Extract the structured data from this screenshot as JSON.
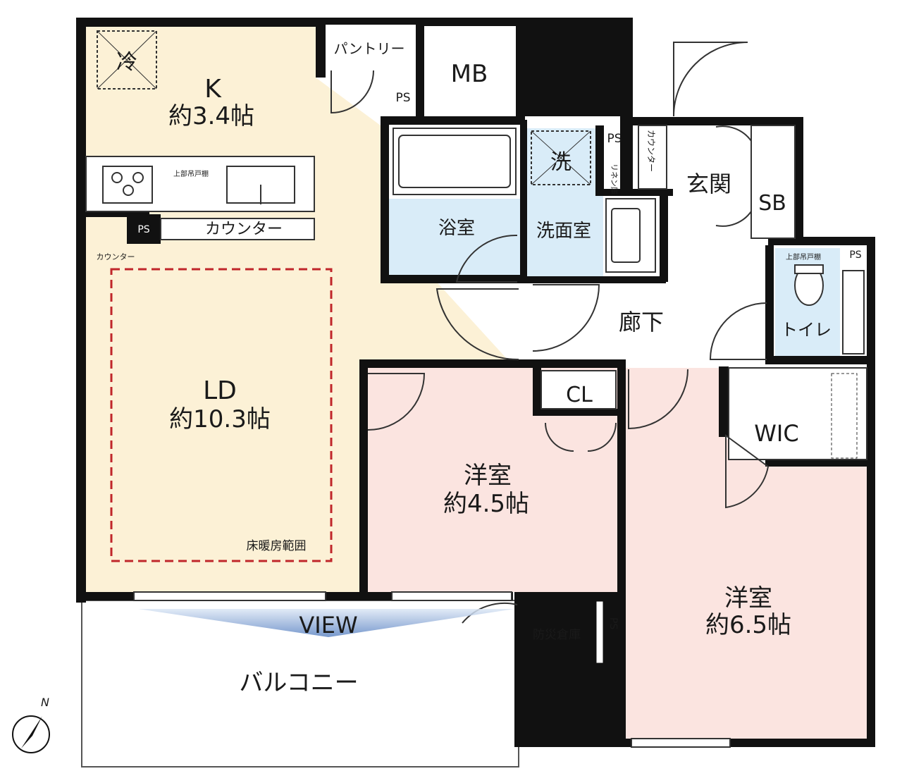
{
  "rooms": {
    "kitchen": {
      "name": "K",
      "area": "約3.4帖"
    },
    "ld": {
      "name": "LD",
      "area": "約10.3帖"
    },
    "western1": {
      "name": "洋室",
      "area": "約4.5帖"
    },
    "western2": {
      "name": "洋室",
      "area": "約6.5帖"
    },
    "bath": "浴室",
    "washroom": "洗面室",
    "entrance": "玄関",
    "shoebox": "SB",
    "hallway": "廊下",
    "toilet": "トイレ",
    "wic": "WIC",
    "closet": "CL",
    "mb": "MB",
    "pantry": "パントリー",
    "balcony": "バルコニー",
    "disaster_storage": "防災倉庫"
  },
  "labels": {
    "ps": "PS",
    "counter": "カウンター",
    "counter_small": "カウンター",
    "counter_vertical": "カウンター",
    "linen": "リネン庫",
    "upper_cabinet": "上部吊戸棚",
    "floor_heating": "床暖房範囲",
    "view": "VIEW",
    "refrigerator": "冷",
    "washer": "洗",
    "north": "N"
  },
  "colors": {
    "wall": "#111111",
    "kitchen_ld": "#fcf1d6",
    "western": "#fbe4e0",
    "wet": "#d9ecf8",
    "floor_heating_line": "#c0262b",
    "view_arrow": "#6f93cc"
  }
}
